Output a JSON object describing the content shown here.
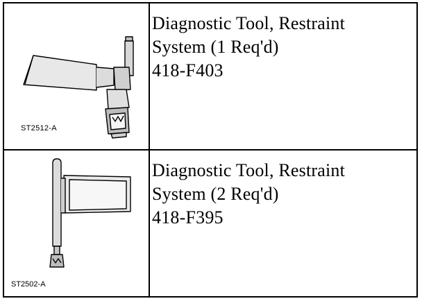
{
  "rows": [
    {
      "illustration_code": "ST2512-A",
      "line1": "Diagnostic Tool, Restraint",
      "line2": "System (1 Req'd)",
      "part_number": "418-F403"
    },
    {
      "illustration_code": "ST2502-A",
      "line1": "Diagnostic Tool, Restraint",
      "line2": "System (2 Req'd)",
      "part_number": "418-F395"
    }
  ]
}
